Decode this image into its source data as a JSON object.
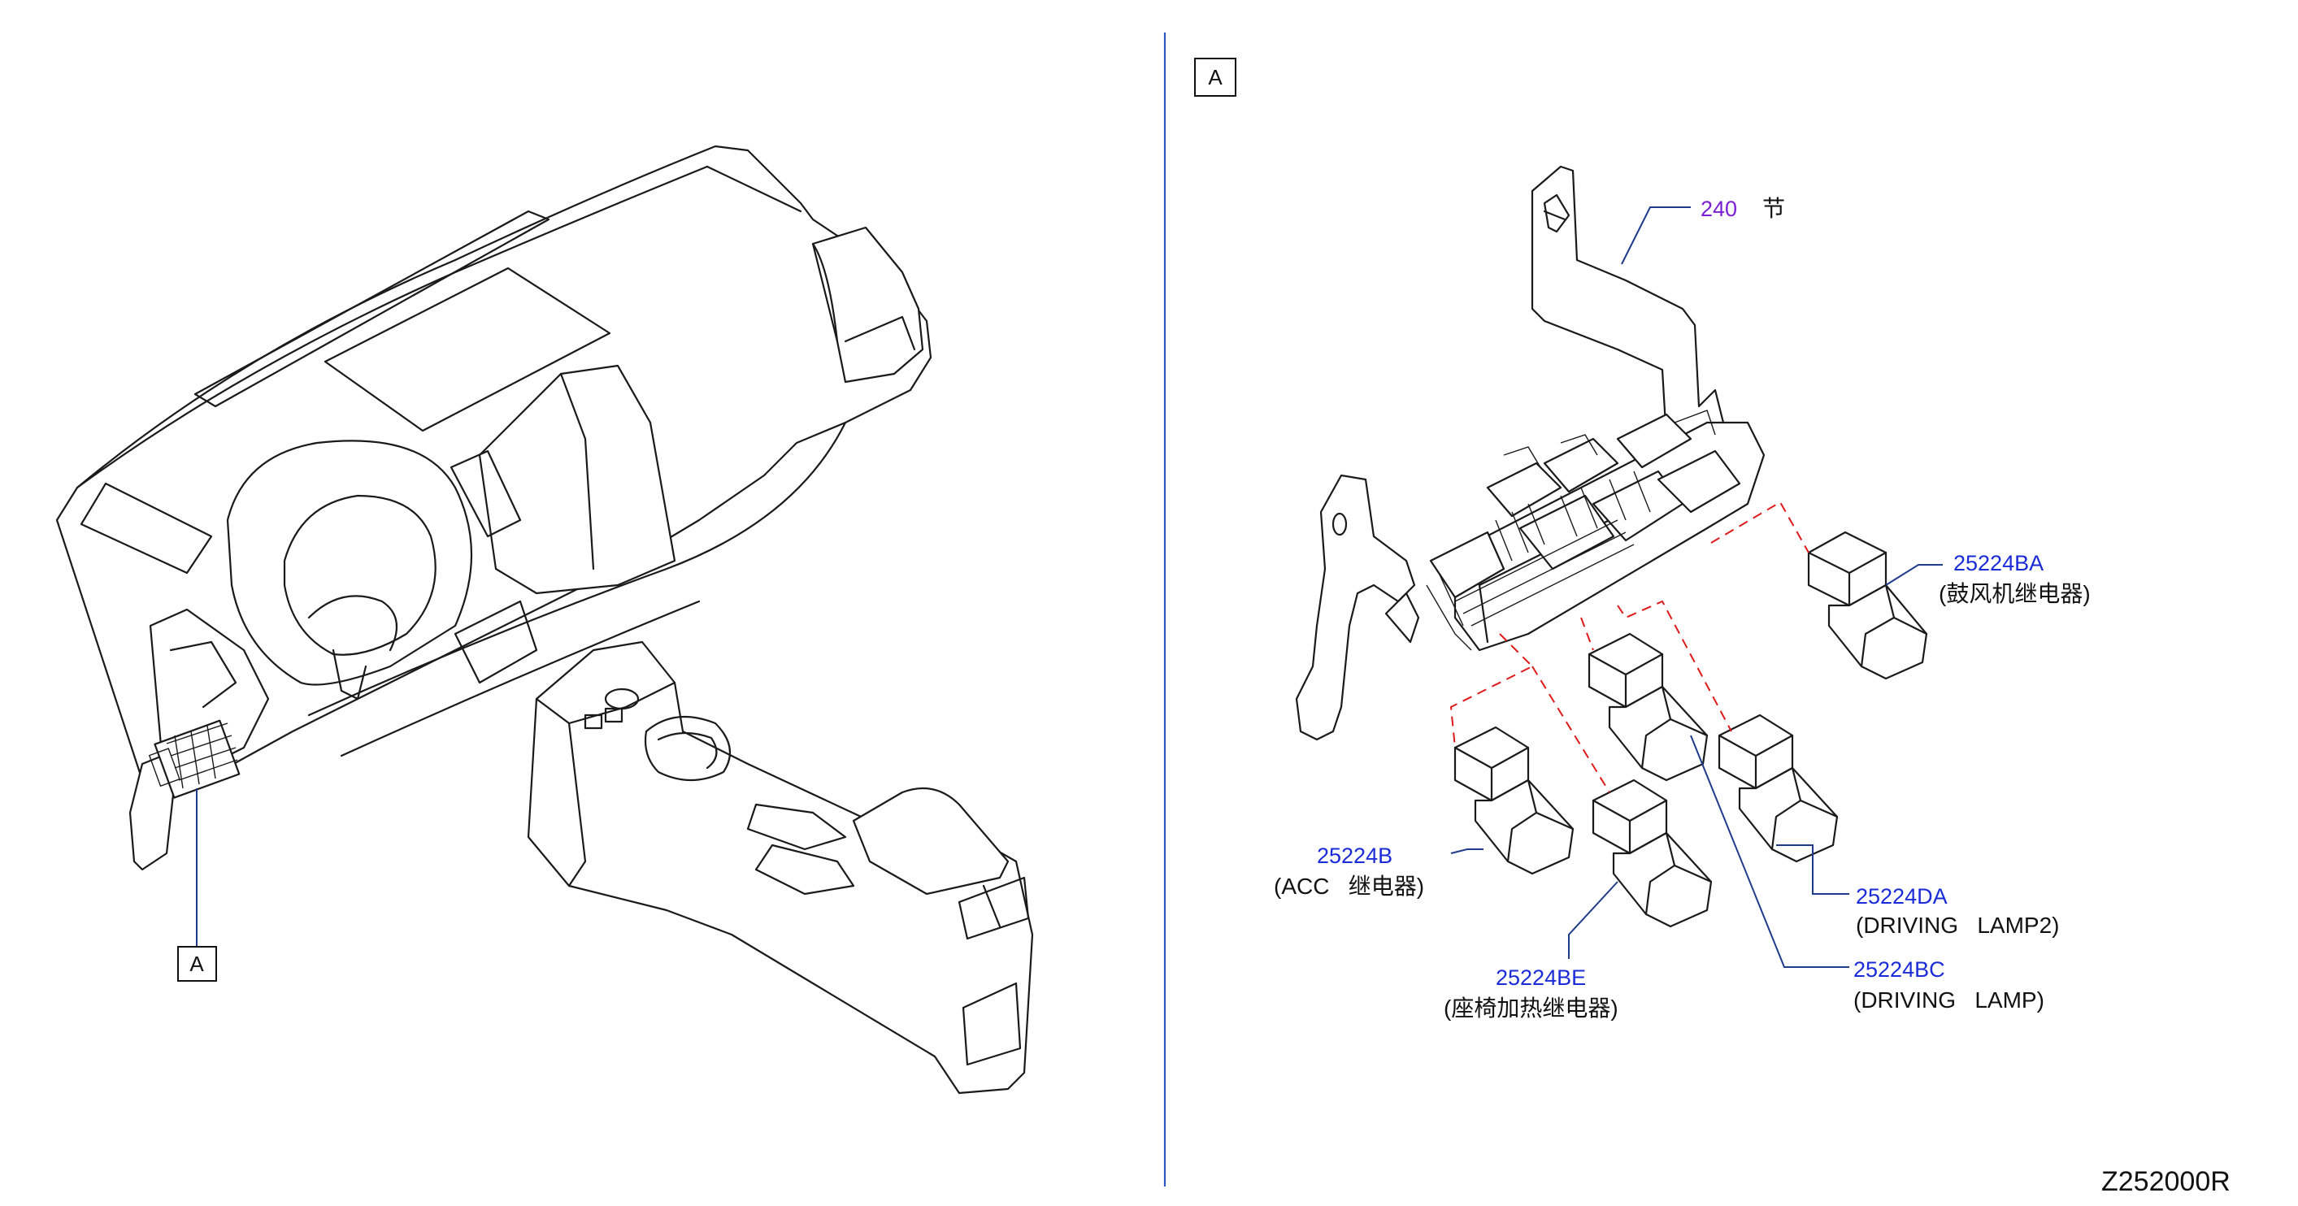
{
  "view_labels": {
    "left_callout": "A",
    "right_view": "A"
  },
  "parts": {
    "bracket": {
      "number": "240",
      "name": "节"
    },
    "relay_blower": {
      "number": "25224BA",
      "name": "(鼓风机继电器)"
    },
    "relay_acc": {
      "number": "25224B",
      "name": "(ACC   继电器)"
    },
    "relay_seat_heater": {
      "number": "25224BE",
      "name": "(座椅加热继电器)"
    },
    "relay_driving_lamp2": {
      "number": "25224DA",
      "name": "(DRIVING   LAMP2)"
    },
    "relay_driving_lamp": {
      "number": "25224BC",
      "name": "(DRIVING   LAMP)"
    }
  },
  "diagram_code": "Z252000R",
  "colors": {
    "part_number": "#1a2bd8",
    "bracket_number": "#7a1fd1",
    "leader_line": "#1f3b8c",
    "divider": "#2b56c9",
    "dashed_guide": "#e01a1a",
    "line_art": "#1a1a1a"
  }
}
